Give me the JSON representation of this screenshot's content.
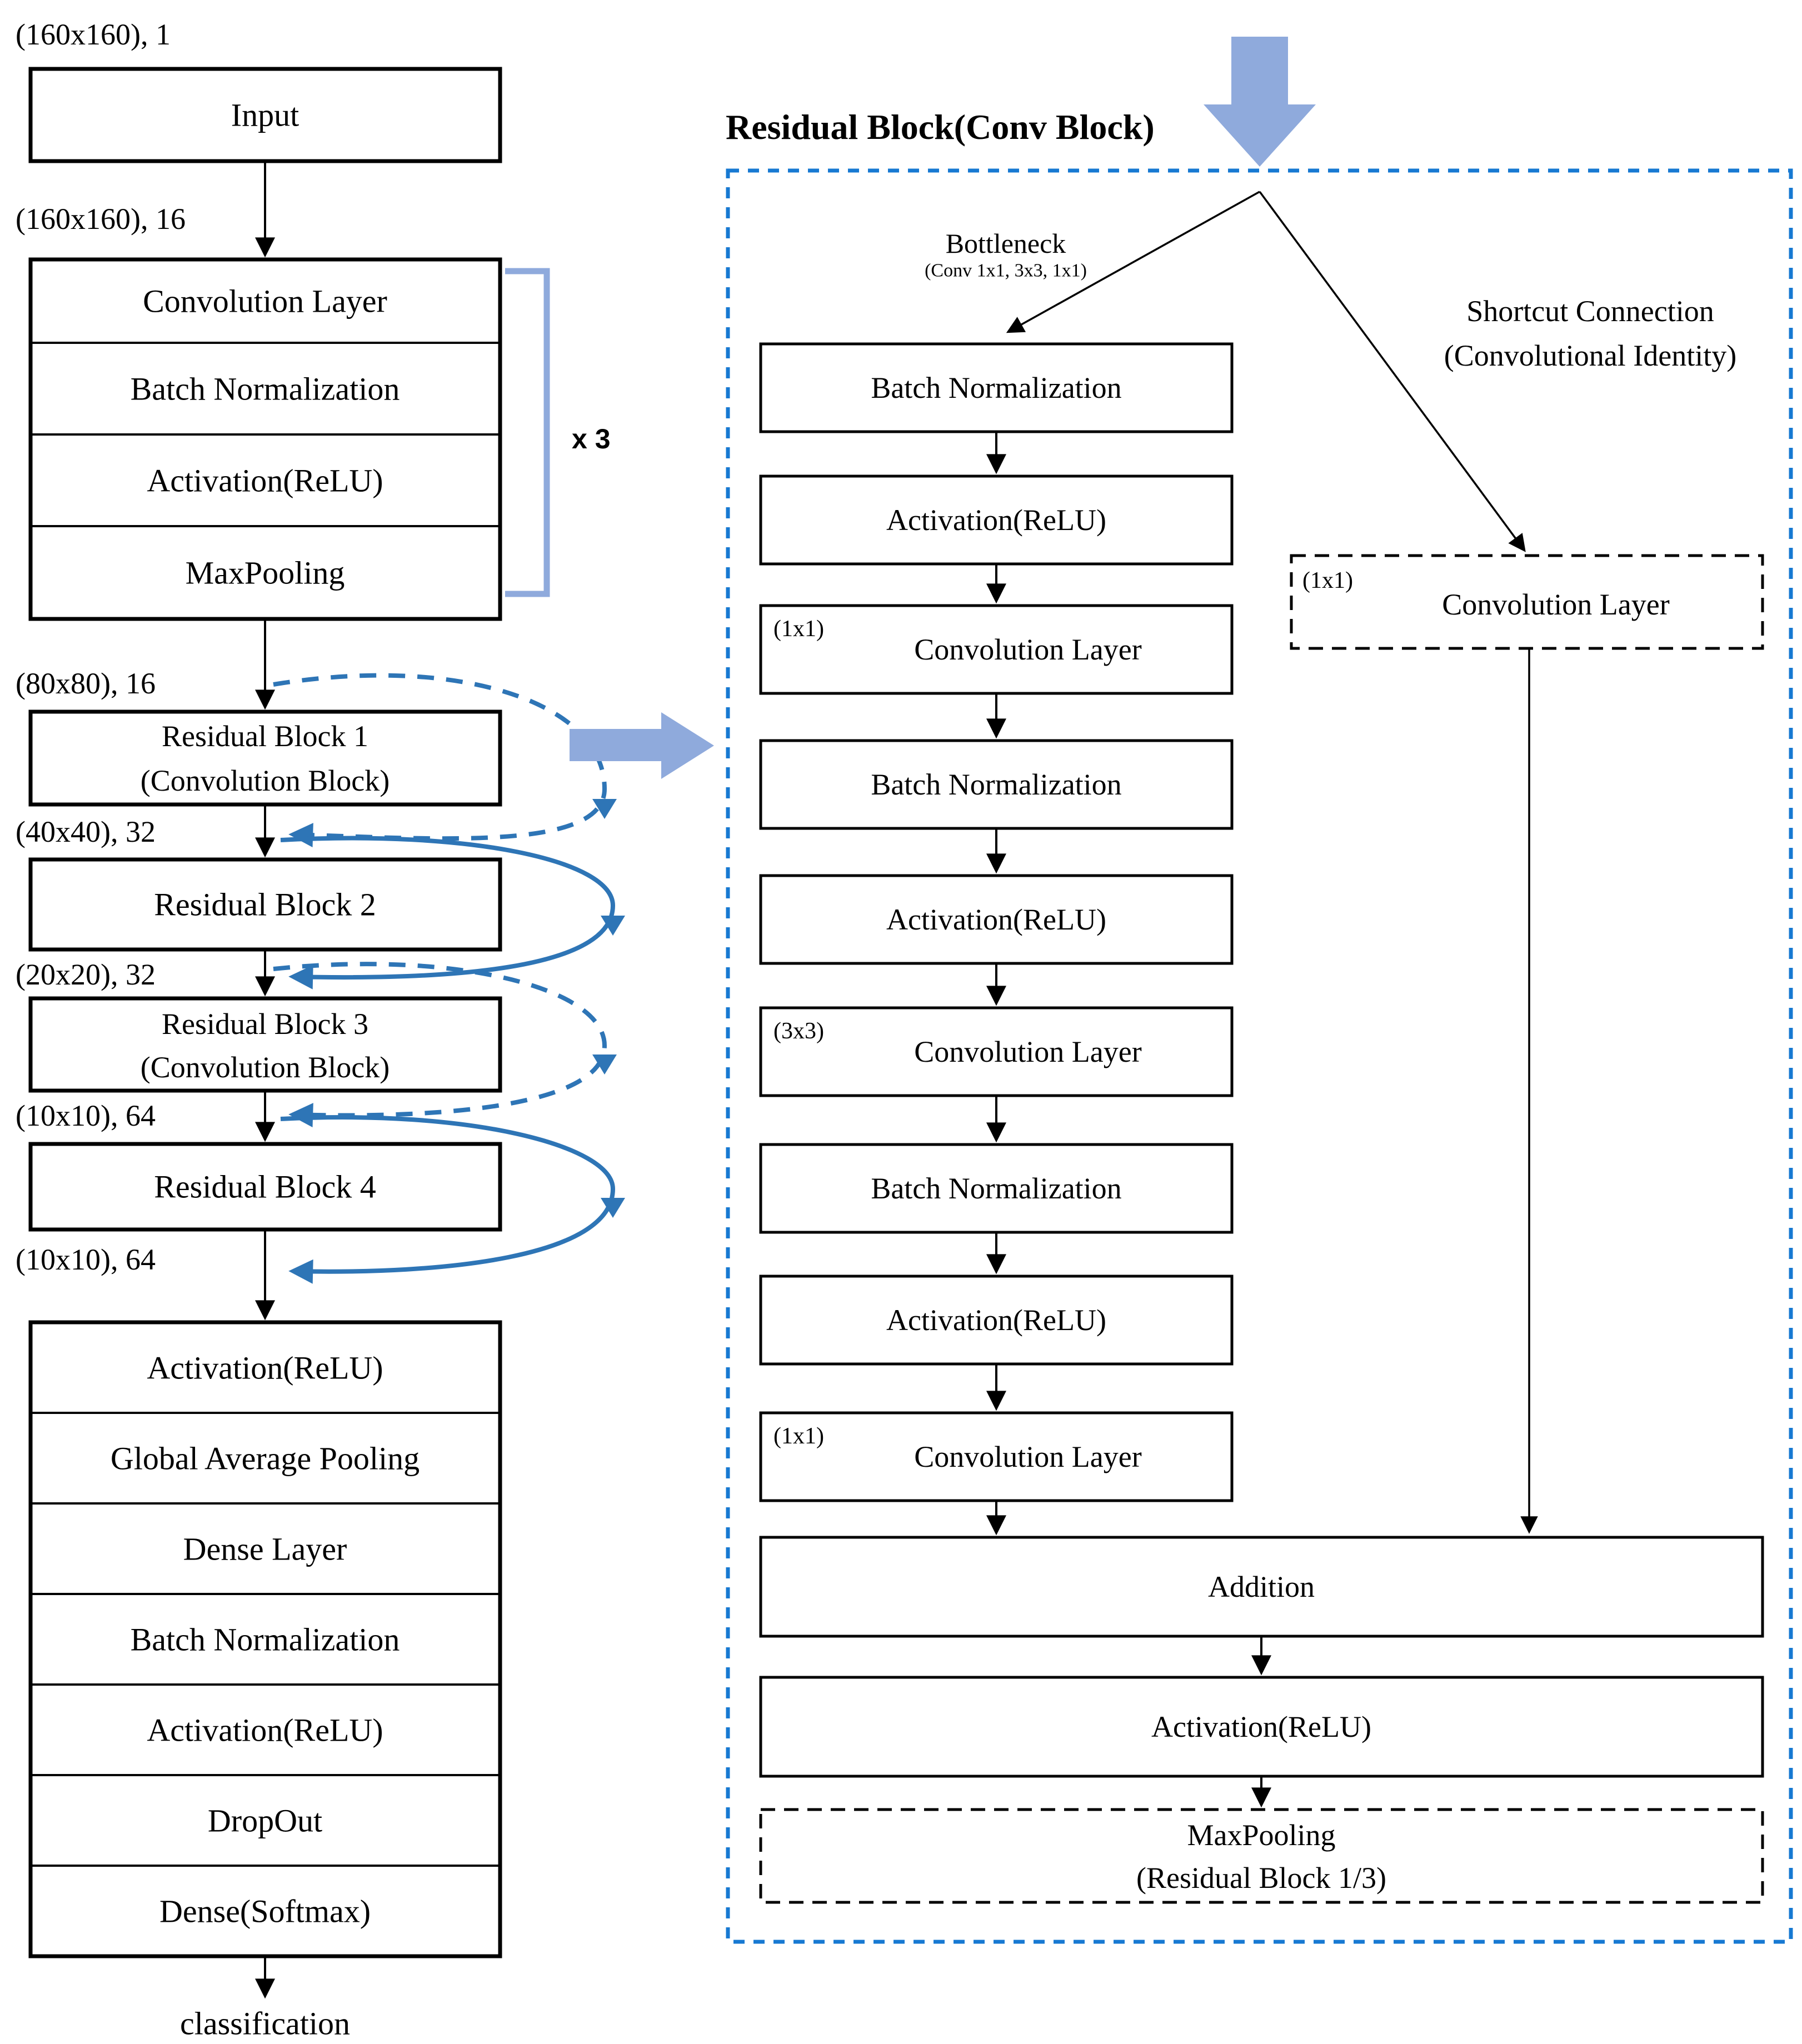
{
  "colors": {
    "accent_light": "#8FAADC",
    "accent_blue": "#2E75B6",
    "container_blue": "#1779D2"
  },
  "left": {
    "dims": [
      "(160x160), 1",
      "(160x160), 16",
      "(80x80), 16",
      "(40x40), 32",
      "(20x20), 32",
      "(10x10), 64",
      "(10x10), 64"
    ],
    "input": "Input",
    "conv_rows": [
      "Convolution Layer",
      "Batch Normalization",
      "Activation(ReLU)",
      "MaxPooling"
    ],
    "repeat": "x 3",
    "blocks": [
      {
        "l1": "Residual Block 1",
        "l2": "(Convolution Block)"
      },
      {
        "l1": "Residual Block 2",
        "l2": ""
      },
      {
        "l1": "Residual Block 3",
        "l2": "(Convolution Block)"
      },
      {
        "l1": "Residual Block 4",
        "l2": ""
      }
    ],
    "tail": [
      "Activation(ReLU)",
      "Global Average Pooling",
      "Dense Layer",
      "Batch Normalization",
      "Activation(ReLU)",
      "DropOut",
      "Dense(Softmax)"
    ],
    "out": "classification"
  },
  "right": {
    "title": "Residual Block(Conv Block)",
    "bottleneck": "Bottleneck",
    "bottleneck_sub": "(Conv 1x1, 3x3, 1x1)",
    "shortcut1": "Shortcut Connection",
    "shortcut2": "(Convolutional Identity)",
    "path": [
      {
        "p": "",
        "t": "Batch Normalization"
      },
      {
        "p": "",
        "t": "Activation(ReLU)"
      },
      {
        "p": "(1x1)",
        "t": "Convolution Layer"
      },
      {
        "p": "",
        "t": "Batch Normalization"
      },
      {
        "p": "",
        "t": "Activation(ReLU)"
      },
      {
        "p": "(3x3)",
        "t": "Convolution Layer"
      },
      {
        "p": "",
        "t": "Batch Normalization"
      },
      {
        "p": "",
        "t": "Activation(ReLU)"
      },
      {
        "p": "(1x1)",
        "t": "Convolution Layer"
      }
    ],
    "skip_box": {
      "p": "(1x1)",
      "t": "Convolution Layer"
    },
    "addition": "Addition",
    "post_relu": "Activation(ReLU)",
    "pool1": "MaxPooling",
    "pool2": "(Residual Block 1/3)"
  }
}
